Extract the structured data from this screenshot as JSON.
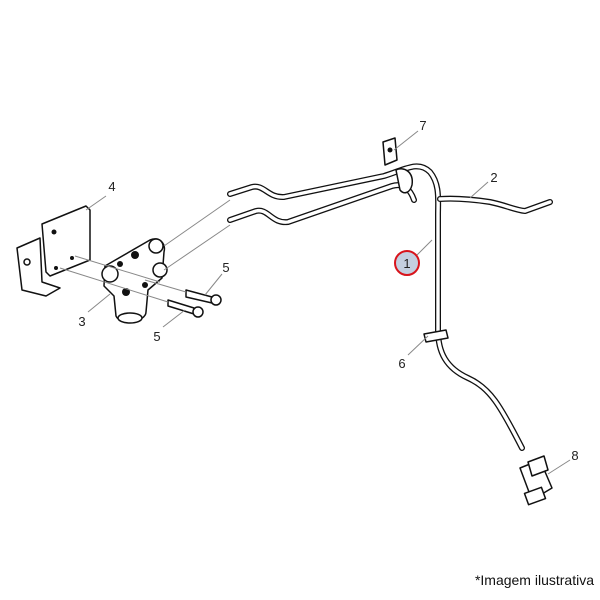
{
  "diagram": {
    "callouts": [
      {
        "id": "1",
        "label": "1",
        "highlighted": true
      },
      {
        "id": "2",
        "label": "2"
      },
      {
        "id": "3",
        "label": "3"
      },
      {
        "id": "4",
        "label": "4"
      },
      {
        "id": "5a",
        "label": "5"
      },
      {
        "id": "5b",
        "label": "5"
      },
      {
        "id": "6",
        "label": "6"
      },
      {
        "id": "7",
        "label": "7"
      },
      {
        "id": "8",
        "label": "8"
      }
    ],
    "highlight_colors": {
      "ring": "#d8141c",
      "fill": "#c4cfe0"
    }
  },
  "caption": "*Imagem ilustrativa"
}
